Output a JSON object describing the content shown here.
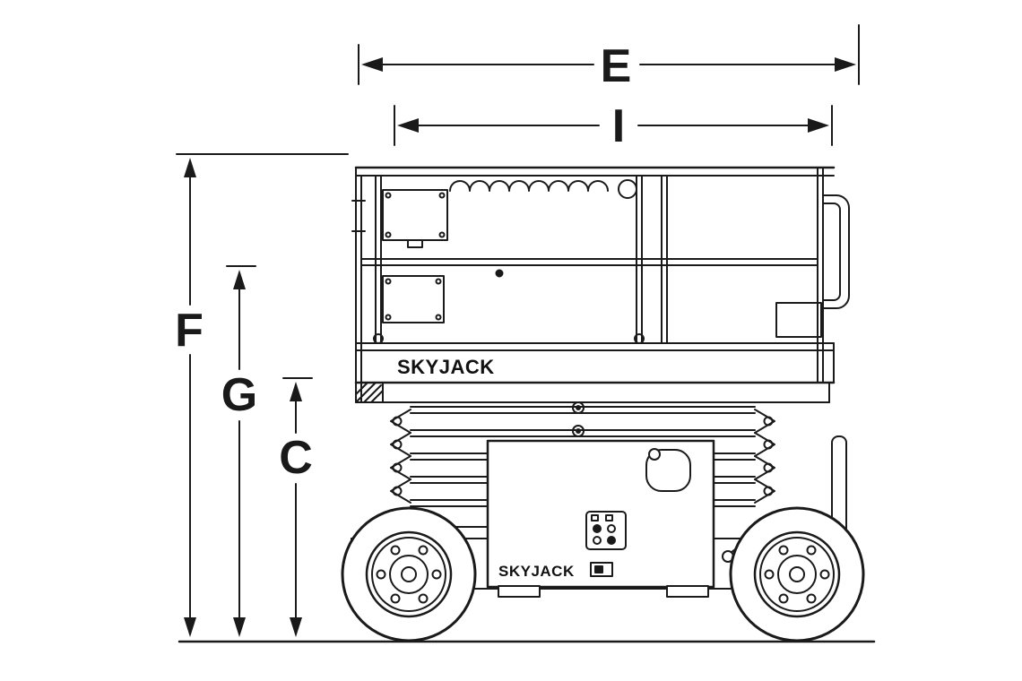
{
  "diagram": {
    "background": "#ffffff",
    "line_color": "#1a1a1a",
    "brand": "SKYJACK",
    "labels": {
      "e": "E",
      "i": "I",
      "f": "F",
      "g": "G",
      "c": "C"
    }
  }
}
